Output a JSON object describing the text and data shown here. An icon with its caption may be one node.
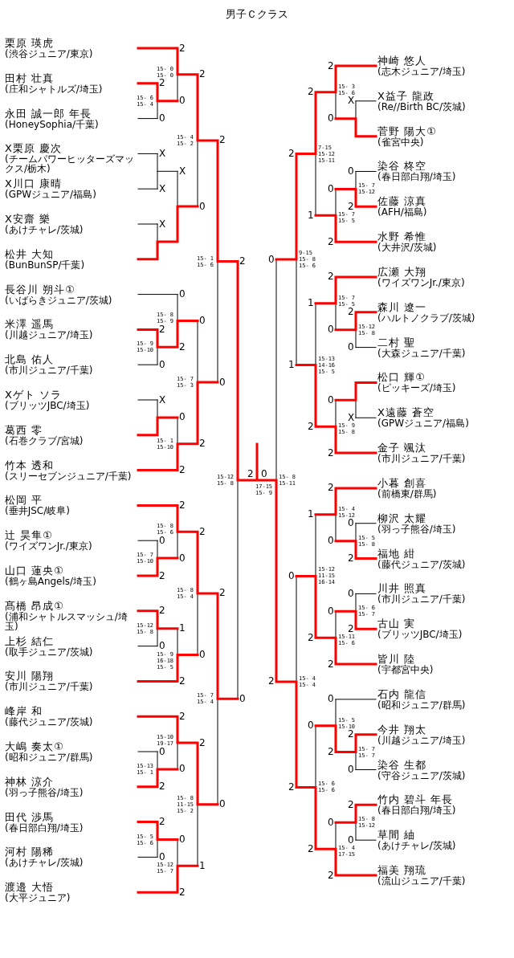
{
  "diagram": {
    "title": "男子Ｃクラス",
    "nodes": [
      {
        "text": [
          "栗原 瑛虎",
          "(渋谷ジュニア/東京)"
        ]
      },
      {
        "text": [
          "田村 壮真",
          "(庄和シャトルズ/埼玉)"
        ]
      },
      {
        "text": [
          "永田 誠一郎 年長",
          "(HoneySophia/千葉)"
        ]
      },
      {
        "text": [
          "X栗原 慶次",
          "(チームパワーヒッターズマックス/栃木)"
        ]
      },
      {
        "text": [
          "X川口 康晴",
          "(GPWジュニア/福島)"
        ]
      },
      {
        "text": [
          "X安齋 樂",
          "(あけチャレ/茨城)"
        ]
      },
      {
        "text": [
          "松井 大知",
          "(BunBunSP/千葉)"
        ]
      },
      {
        "text": [
          "長谷川 朔斗①",
          "(いばらきジュニア/茨城)"
        ]
      },
      {
        "text": [
          "米澤 遥馬",
          "(川越ジュニア/埼玉)"
        ]
      },
      {
        "text": [
          "北島 佑人",
          "(市川ジュニア/千葉)"
        ]
      },
      {
        "text": [
          "Xゲト ソラ",
          "(ブリッツJBC/埼玉)"
        ]
      },
      {
        "text": [
          "葛西 零",
          "(石巻クラブ/宮城)"
        ]
      },
      {
        "text": [
          "竹本 透和",
          "(スリーセブンジュニア/千葉)"
        ]
      },
      {
        "text": [
          "松岡 平",
          "(垂井JSC/岐阜)"
        ]
      },
      {
        "text": [
          "辻 昊隼①",
          "(ワイズワンJr./東京)"
        ]
      },
      {
        "text": [
          "山口 蓮央①",
          "(鶴ヶ島Angels/埼玉)"
        ]
      },
      {
        "text": [
          "髙橋 昂成①",
          "(浦和シャトルスマッシュ/埼玉)"
        ]
      },
      {
        "text": [
          "上杉 結仁",
          "(取手ジュニア/茨城)"
        ]
      },
      {
        "text": [
          "安川 陽翔",
          "(市川ジュニア/千葉)"
        ]
      },
      {
        "text": [
          "峰岸 和",
          "(藤代ジュニア/茨城)"
        ]
      },
      {
        "text": [
          "大嶋 奏太①",
          "(昭和ジュニア/群馬)"
        ]
      },
      {
        "text": [
          "神林 涼介",
          "(羽っ子熊谷/埼玉)"
        ]
      },
      {
        "text": [
          "田代 渉馬",
          "(春日部白翔/埼玉)"
        ]
      },
      {
        "text": [
          "河村 陽稀",
          "(あけチャレ/茨城)"
        ]
      },
      {
        "text": [
          "渡邉 大悟",
          "(大平ジュニア)"
        ]
      },
      {
        "text": [
          "神崎 悠人",
          "(志木ジュニア/埼玉)"
        ]
      },
      {
        "text": [
          "X益子 龍政",
          "(Re//Birth BC/茨城)"
        ]
      },
      {
        "text": [
          "菅野 陽大①",
          "(雀宮中央)"
        ]
      },
      {
        "text": [
          "染谷 柊空",
          "(春日部白翔/埼玉)"
        ]
      },
      {
        "text": [
          "佐藤 涼真",
          "(AFH/福島)"
        ]
      },
      {
        "text": [
          "水野 希惟",
          "(大井沢/茨城)"
        ]
      },
      {
        "text": [
          "広瀬 大翔",
          "(ワイズワンJr./東京)"
        ]
      },
      {
        "text": [
          "森川 遼一",
          "(ハルトノクラブ/茨城)"
        ]
      },
      {
        "text": [
          "二村 聖",
          "(大森ジュニア/千葉)"
        ]
      },
      {
        "text": [
          "松口 輝①",
          "(ピッキーズ/埼玉)"
        ]
      },
      {
        "text": [
          "X遠藤 蒼空",
          "(GPWジュニア/福島)"
        ]
      },
      {
        "text": [
          "金子 颯汰",
          "(市川ジュニア/千葉)"
        ]
      },
      {
        "text": [
          "小暮 創喜",
          "(前橋東/群馬)"
        ]
      },
      {
        "text": [
          "柳沢 太耀",
          "(羽っ子熊谷/埼玉)"
        ]
      },
      {
        "text": [
          "福地 紺",
          "(藤代ジュニア/茨城)"
        ]
      },
      {
        "text": [
          "川井 照真",
          "(市川ジュニア/千葉)"
        ]
      },
      {
        "text": [
          "古山 実",
          "(ブリッツJBC/埼玉)"
        ]
      },
      {
        "text": [
          "皆川 陸",
          "(宇都宮中央)"
        ]
      },
      {
        "text": [
          "石内 龍信",
          "(昭和ジュニア/群馬)"
        ]
      },
      {
        "text": [
          "今井 翔太",
          "(川越ジュニア/埼玉)"
        ]
      },
      {
        "text": [
          "染谷 生都",
          "(守谷ジュニア/茨城)"
        ]
      },
      {
        "text": [
          "竹内 碧斗 年長",
          "(春日部白翔/埼玉)"
        ]
      },
      {
        "text": [
          "草間 紬",
          "(あけチャレ/茨城)"
        ]
      },
      {
        "text": [
          "福美 翔琉",
          "(流山ジュニア/千葉)"
        ]
      }
    ],
    "labels": [
      "15- 6 15- 4",
      "2",
      "0",
      "15- 0 15- 0",
      "2",
      "0",
      "X",
      "X",
      "X",
      "X",
      "15- 4 15- 2",
      "2",
      "0",
      "15- 9 15-10",
      "2",
      "0",
      "15- 8 15- 9",
      "0",
      "2",
      "X",
      "15- 1 15-10",
      "0",
      "2",
      "15- 7 15- 3",
      "0",
      "2",
      "15- 1 15- 6",
      "2",
      "0",
      "15- 7 15-10",
      "0",
      "2",
      "15- 8 15- 6",
      "2",
      "0",
      "15-12 15- 8",
      "2",
      "0",
      "15- 9 16-18 15- 5",
      "1",
      "2",
      "15- 8 15- 4",
      "2",
      "0",
      "15-13 15- 1",
      "0",
      "2",
      "15-10 19-17",
      "2",
      "0",
      "15- 5 15- 6",
      "2",
      "0",
      "15-12 15- 7",
      "0",
      "2",
      "15- 8 11-15 15- 2",
      "2",
      "1",
      "15- 7 15- 4",
      "2",
      "0",
      "15-12 15- 8",
      "2",
      "0",
      "X",
      "15- 3 15- 6",
      "2",
      "0",
      "15- 7 15-12",
      "0",
      "2",
      "15- 7 15- 5",
      "0",
      "2",
      "7-15 15-12 15-11",
      "2",
      "1",
      "15-12 15- 8",
      "2",
      "0",
      "15- 7 15- 5",
      "2",
      "0",
      "X",
      "15- 9 15- 8",
      "0",
      "2",
      "15-13 14-16 15- 5",
      "1",
      "2",
      "9-15 15- 8 15- 6",
      "2",
      "1",
      "15- 5 15- 8",
      "0",
      "2",
      "15- 4 15-12",
      "2",
      "0",
      "15- 6 15- 7",
      "0",
      "2",
      "15-11 15- 6",
      "0",
      "2",
      "15-12 11-15 16-14",
      "1",
      "2",
      "15- 7 15- 7",
      "2",
      "0",
      "15- 5 15-10",
      "0",
      "2",
      "15- 8 15-12",
      "2",
      "0",
      "15- 4 17-15",
      "0",
      "2",
      "15- 6 15- 6",
      "0",
      "2",
      "15- 4 15- 4",
      "0",
      "2",
      "15- 8 15-11",
      "0",
      "2",
      "17-15 15- 9",
      "2",
      "0"
    ]
  }
}
